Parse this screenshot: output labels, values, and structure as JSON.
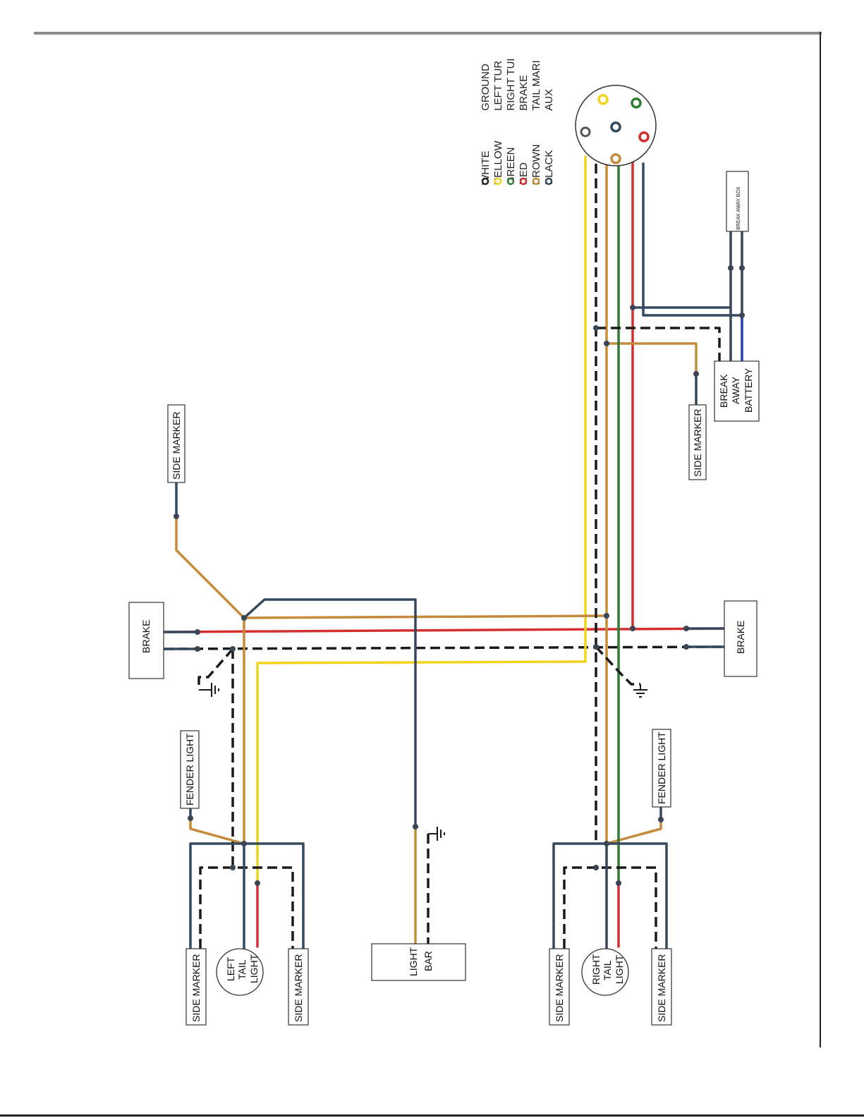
{
  "legend": {
    "items": [
      {
        "color_name": "WHITE",
        "function": "GROUND",
        "swatch": "#ffffff"
      },
      {
        "color_name": "YELLOW",
        "function": "LEFT TUR",
        "swatch": "#f2d21b"
      },
      {
        "color_name": "GREEN",
        "function": "RIGHT TUI",
        "swatch": "#2e7d32"
      },
      {
        "color_name": "RED",
        "function": "BRAKE",
        "swatch": "#d32f2f"
      },
      {
        "color_name": "BROWN",
        "function": "TAIL MARI",
        "swatch": "#c58a3a"
      },
      {
        "color_name": "BLACK",
        "function": "AUX",
        "swatch": "#34495e"
      }
    ]
  },
  "labels": {
    "brake_left": "BRAKE",
    "brake_right": "BRAKE",
    "side_marker": "SIDE MARKER",
    "fender_light": "FENDER LIGHT",
    "left_tail_light": [
      "LEFT",
      "TAIL",
      "LIGHT"
    ],
    "right_tail_light": [
      "RIGHT",
      "TAIL",
      "LIGHT"
    ],
    "light_bar": [
      "LIGHT",
      "BAR"
    ],
    "break_away_battery": [
      "BREAK",
      "AWAY",
      "BATTERY"
    ],
    "break_away_box": "BREAK AWAY BOX"
  },
  "wire_colors": {
    "yellow": "#f2d21b",
    "green": "#2e7d32",
    "red": "#d32f2f",
    "brown": "#c58a3a",
    "black": "#34495e",
    "blue": "#1f3fb0",
    "ground_dash": "#1a1a1a"
  }
}
